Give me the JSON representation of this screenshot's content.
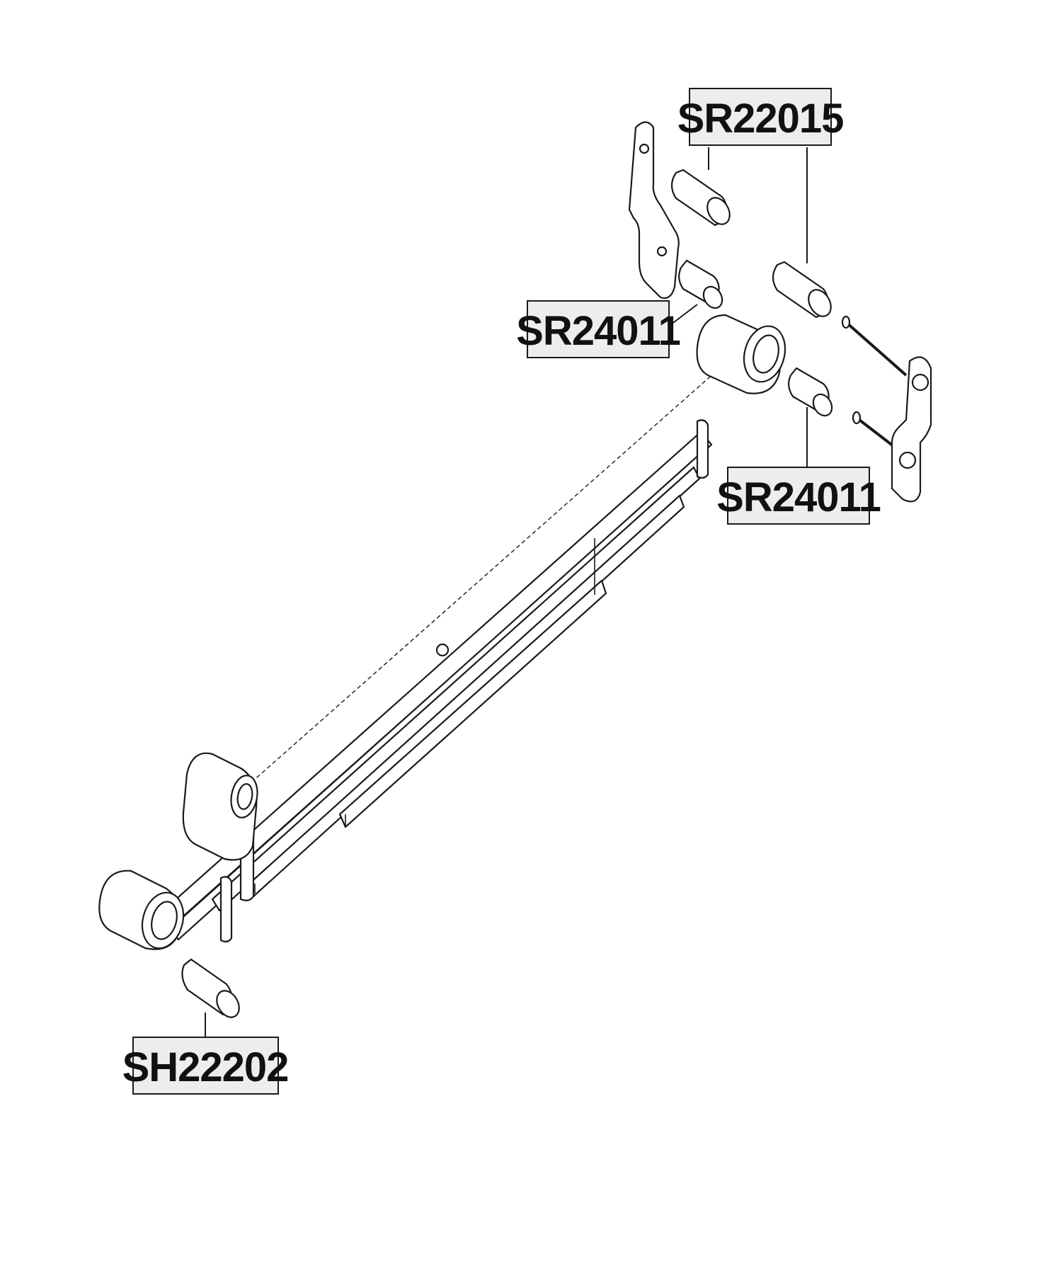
{
  "labels": {
    "sr22015": "SR22015",
    "sr24011_upper": "SR24011",
    "sr24011_lower": "SR24011",
    "sh22202": "SH22202"
  },
  "colors": {
    "background": "#ffffff",
    "line": "#1a1a1a",
    "label_fill": "#ededed"
  }
}
